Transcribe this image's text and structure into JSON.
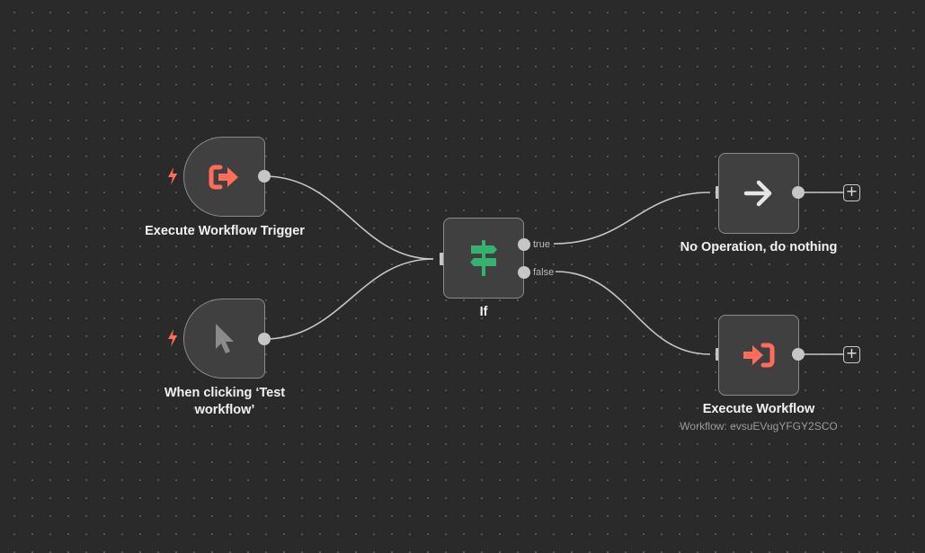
{
  "workflow": {
    "nodes": {
      "execute_trigger": {
        "label": "Execute Workflow Trigger",
        "icon": "sign-out-icon",
        "icon_color": "#ff6d5a"
      },
      "manual_trigger": {
        "label_line1": "When clicking ‘Test",
        "label_line2": "workflow’",
        "icon": "cursor-icon",
        "icon_color": "#8b8b8b"
      },
      "if": {
        "label": "If",
        "icon": "signpost-icon",
        "icon_color": "#35b26d",
        "outputs": {
          "true_label": "true",
          "false_label": "false"
        }
      },
      "noop": {
        "label": "No Operation, do nothing",
        "icon": "arrow-right-icon",
        "icon_color": "#e6e6e6"
      },
      "execute_workflow": {
        "label": "Execute Workflow",
        "subtitle": "Workflow: evsuEVugYFGY2SCO",
        "icon": "sign-in-icon",
        "icon_color": "#ff6d5a"
      }
    },
    "trigger_icon": "lightning-bolt-icon",
    "add_button_label": "+",
    "colors": {
      "canvas": "#2a2a2a",
      "node_fill": "#404040",
      "node_border": "#8b8b8b",
      "connection": "#c6c6c6",
      "accent_red": "#ff6d5a",
      "accent_green": "#35b26d"
    }
  }
}
